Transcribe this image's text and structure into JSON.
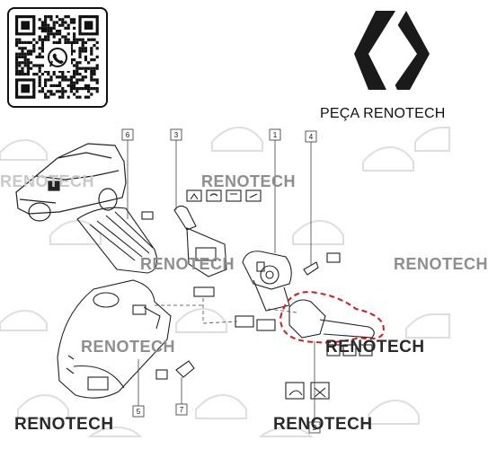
{
  "header": {
    "brand_name": "PEÇA RENOTECH",
    "logo": "renault-diamond-logo",
    "qr_code": {
      "icon": "whatsapp-icon",
      "contains": "qr-code"
    }
  },
  "watermarks": [
    "RENOTECH",
    "RENOTECH",
    "RENOTECH",
    "RENOTECH",
    "RENOTECH",
    "RENOTECH",
    "RENOTECH"
  ],
  "diagram": {
    "callouts": [
      "6",
      "3",
      "1",
      "4",
      "5",
      "7",
      "2"
    ],
    "colors": {
      "highlight": "#d01c1c",
      "line": "#222222",
      "watermark": "#c9c9c9"
    }
  }
}
